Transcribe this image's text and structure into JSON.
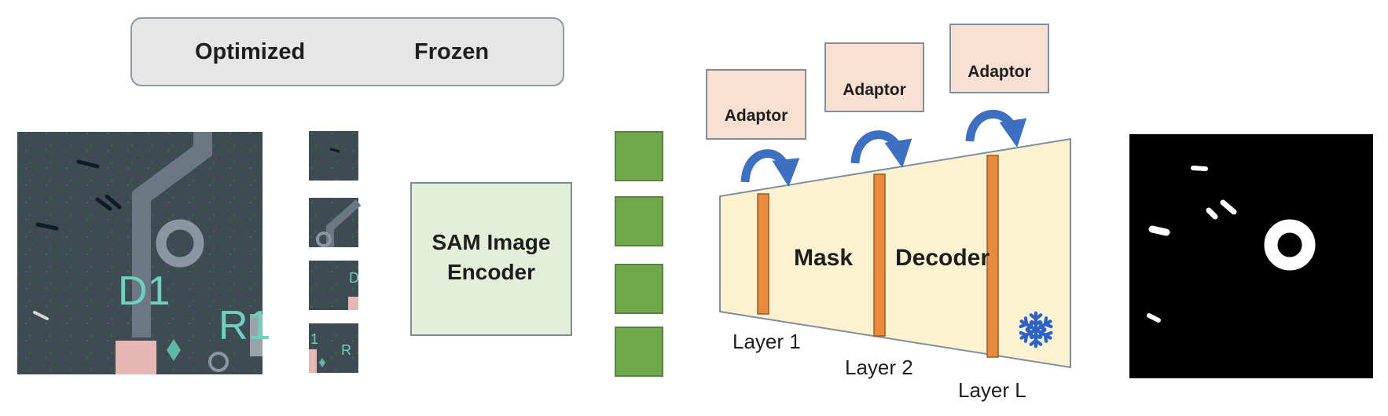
{
  "legend": {
    "optimized_label": "Optimized",
    "frozen_label": "Frozen",
    "optimized_icon": "fire-icon",
    "frozen_icon": "snowflake-icon"
  },
  "input_image": {
    "text_d1": "D1",
    "text_r1": "R1"
  },
  "patches": {
    "patch3_text": "D",
    "patch4_text_a": "1",
    "patch4_text_b": "R"
  },
  "encoder": {
    "line1": "SAM Image",
    "line2": "Encoder",
    "state_icon": "snowflake-icon"
  },
  "decoder": {
    "word_left": "Mask",
    "word_right": "Decoder",
    "state_icon": "snowflake-icon",
    "layers": [
      {
        "label": "Layer 1",
        "adaptor_label": "Adaptor"
      },
      {
        "label": "Layer 2",
        "adaptor_label": "Adaptor"
      },
      {
        "label": "Layer L",
        "adaptor_label": "Adaptor"
      }
    ]
  },
  "colors": {
    "adaptor_fill": "#f7e0d1",
    "encoder_fill": "#e3efd9",
    "decoder_fill": "#fdf2cf",
    "layer_bar": "#e98b3d",
    "feature_green": "#70a84b",
    "arrow_blue": "#3f6fc0",
    "snowflake_blue": "#2e62c4",
    "flame_red": "#c8342a",
    "flame_orange": "#ef8a2f",
    "mask_bg": "#000000",
    "mask_fg": "#ffffff"
  }
}
